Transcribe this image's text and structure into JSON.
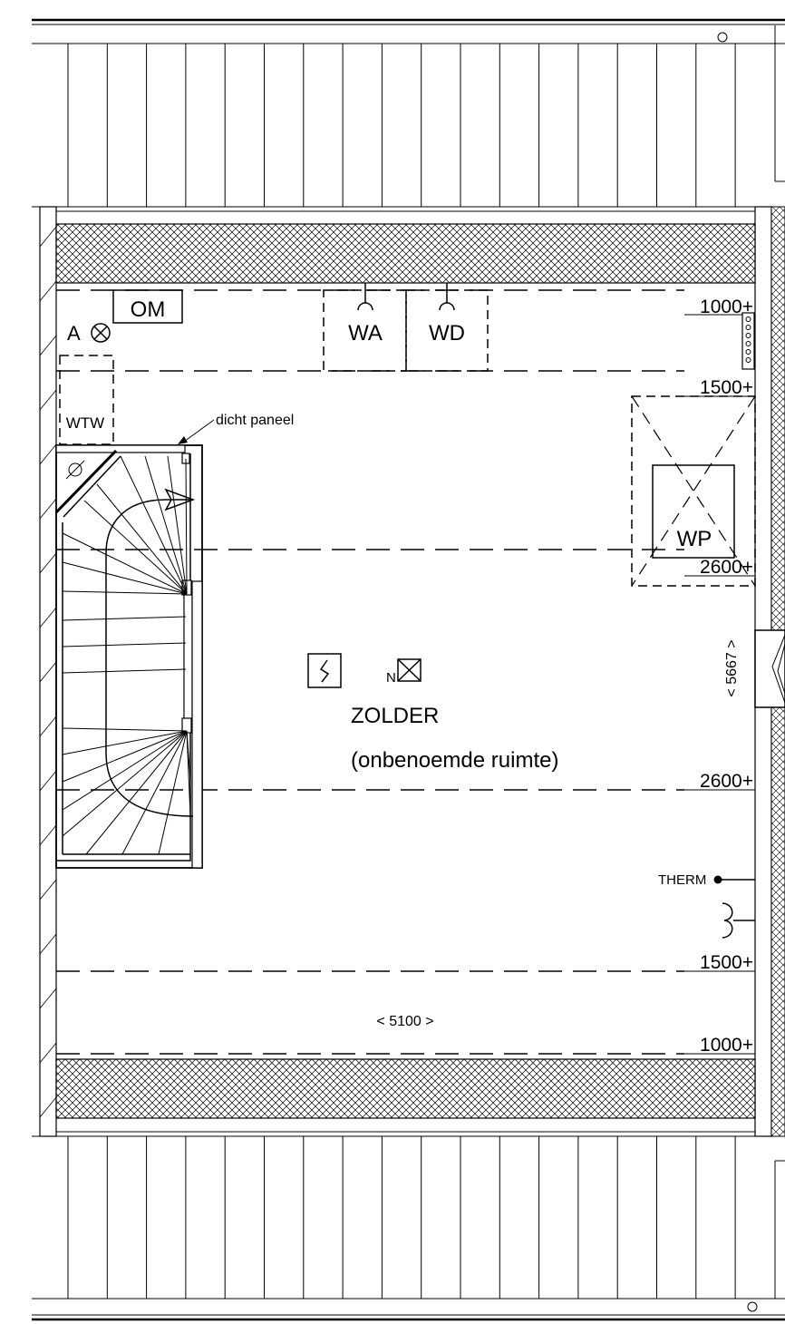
{
  "room": {
    "name": "ZOLDER",
    "subtitle": "(onbenoemde ruimte)"
  },
  "equipment": {
    "om": "OM",
    "a": "A",
    "wa": "WA",
    "wd": "WD",
    "wtw": "WTW",
    "wp": "WP",
    "n": "N",
    "therm": "THERM"
  },
  "annotations": {
    "dicht_paneel": "dicht paneel"
  },
  "heights": {
    "top_1000": "1000+",
    "top_1500": "1500+",
    "top_2600": "2600+",
    "bottom_2600": "2600+",
    "bottom_1500": "1500+",
    "bottom_1000": "1000+"
  },
  "dimensions": {
    "width": "< 5100 >",
    "depth": "< 5667 >"
  }
}
